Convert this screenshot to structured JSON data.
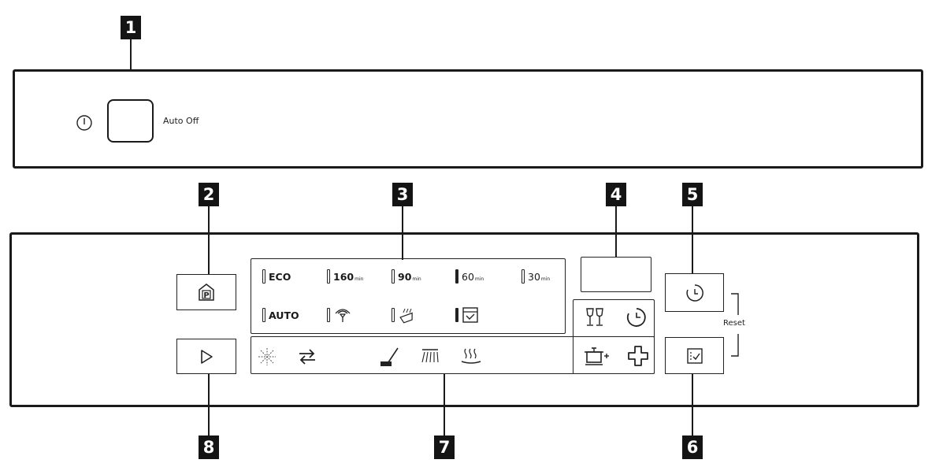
{
  "callouts": {
    "c1": "1",
    "c2": "2",
    "c3": "3",
    "c4": "4",
    "c5": "5",
    "c6": "6",
    "c7": "7",
    "c8": "8"
  },
  "top_panel": {
    "auto_off_label": "Auto Off",
    "power_icon": "power-icon"
  },
  "programmes": {
    "row1": [
      {
        "label": "ECO",
        "unit": "",
        "filled": false
      },
      {
        "label": "160",
        "unit": "min",
        "filled": false
      },
      {
        "label": "90",
        "unit": "min",
        "filled": false
      },
      {
        "label": "60",
        "unit": "min",
        "filled": true
      },
      {
        "label": "30",
        "unit": "min",
        "filled": false
      }
    ],
    "row2_auto": "AUTO",
    "row2_icons": [
      "glass-care-icon",
      "quick-rinse-icon",
      "machine-care-icon"
    ]
  },
  "right_controls": {
    "reset_label": "Reset"
  },
  "indicators": [
    "program-end-icon",
    "extra-rinse-icon",
    "brush-icon",
    "spray-icon",
    "drying-icon",
    "glassware-icon",
    "delay-icon",
    "extra-pot-icon",
    "extra-hygiene-icon"
  ]
}
